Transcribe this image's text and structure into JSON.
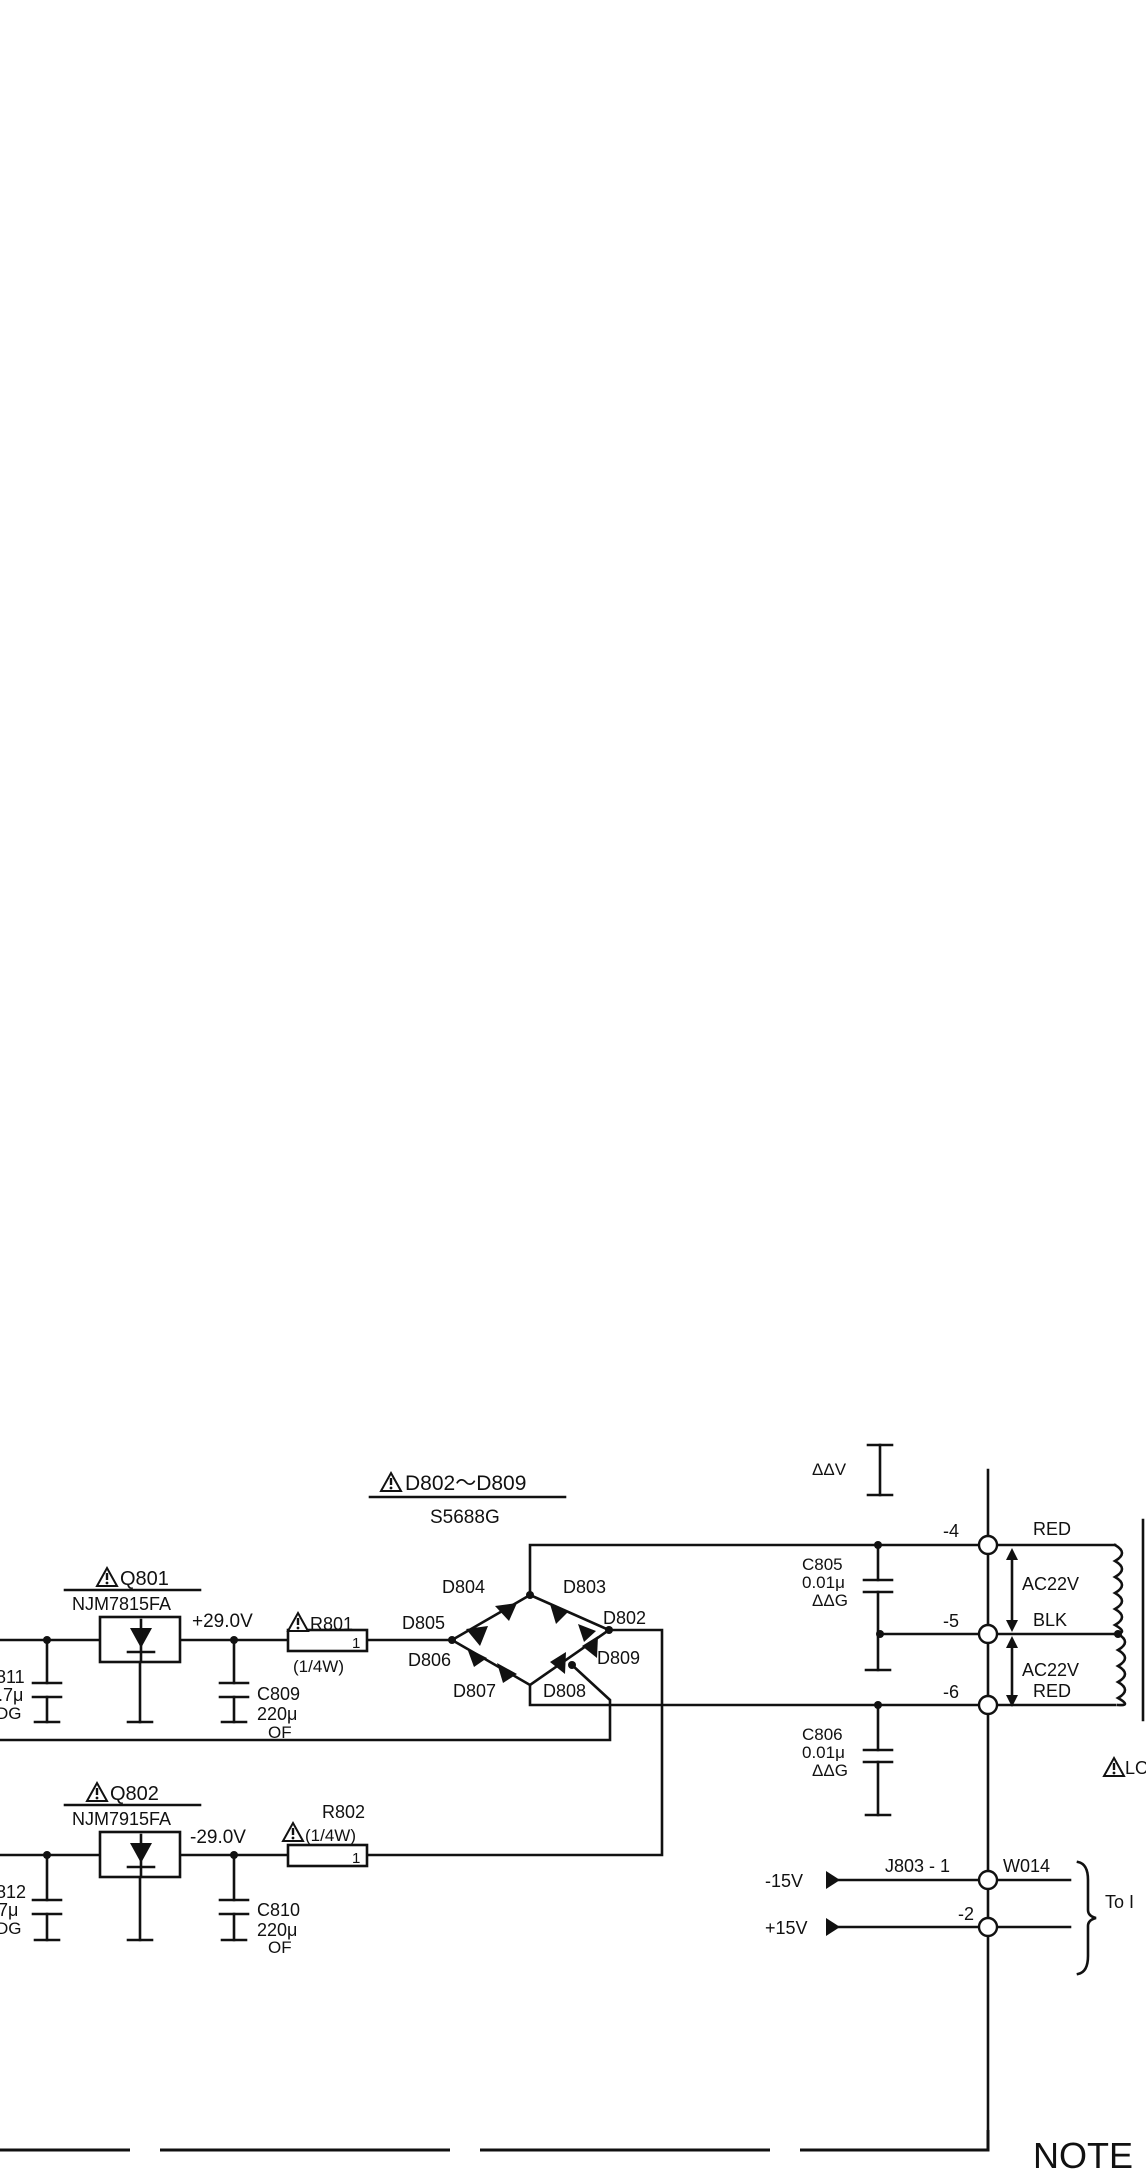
{
  "regulators": {
    "q801": {
      "ref": "Q801",
      "part": "NJM7815FA"
    },
    "q802": {
      "ref": "Q802",
      "part": "NJM7915FA"
    }
  },
  "bridge": {
    "range": "D802～D809",
    "part": "S5688G"
  },
  "diodes": {
    "d802": "D802",
    "d803": "D803",
    "d804": "D804",
    "d805": "D805",
    "d806": "D806",
    "d807": "D807",
    "d808": "D808",
    "d809": "D809"
  },
  "voltages": {
    "pos": "+29.0V",
    "neg": "-29.0V"
  },
  "resistors": {
    "r801": {
      "ref": "R801",
      "rating": "(1/4W)"
    },
    "r802": {
      "ref": "R802",
      "rating": "(1/4W)"
    },
    "body_mark": "1"
  },
  "capacitors": {
    "c809": {
      "ref": "C809",
      "value": "220μ",
      "type": "OF"
    },
    "c810": {
      "ref": "C810",
      "value": "220μ",
      "type": "OF"
    },
    "c805": {
      "ref": "C805",
      "value": "0.01μ",
      "type": "ΔΔG"
    },
    "c806": {
      "ref": "C806",
      "value": "0.01μ",
      "type": "ΔΔG"
    },
    "c811_partial": {
      "ref": "811",
      "value": ".7μ",
      "type": "DG"
    },
    "c812_partial": {
      "ref": "812",
      "value": "7μ",
      "type": "DG"
    },
    "top_partial": {
      "type": "ΔΔV"
    }
  },
  "connector": {
    "pins": {
      "p4": "-4",
      "p5": "-5",
      "p6": "-6",
      "p2": "-2"
    },
    "j803": "J803 - 1",
    "w014": "W014",
    "rails": {
      "minus": "-15V",
      "plus": "+15V"
    },
    "to_label": "To I"
  },
  "transformer": {
    "wires": {
      "red_top": "RED",
      "blk": "BLK",
      "red_bottom": "RED"
    },
    "ac_upper": "AC22V",
    "ac_lower": "AC22V",
    "partial_label": "LO"
  },
  "note": "NOTE"
}
